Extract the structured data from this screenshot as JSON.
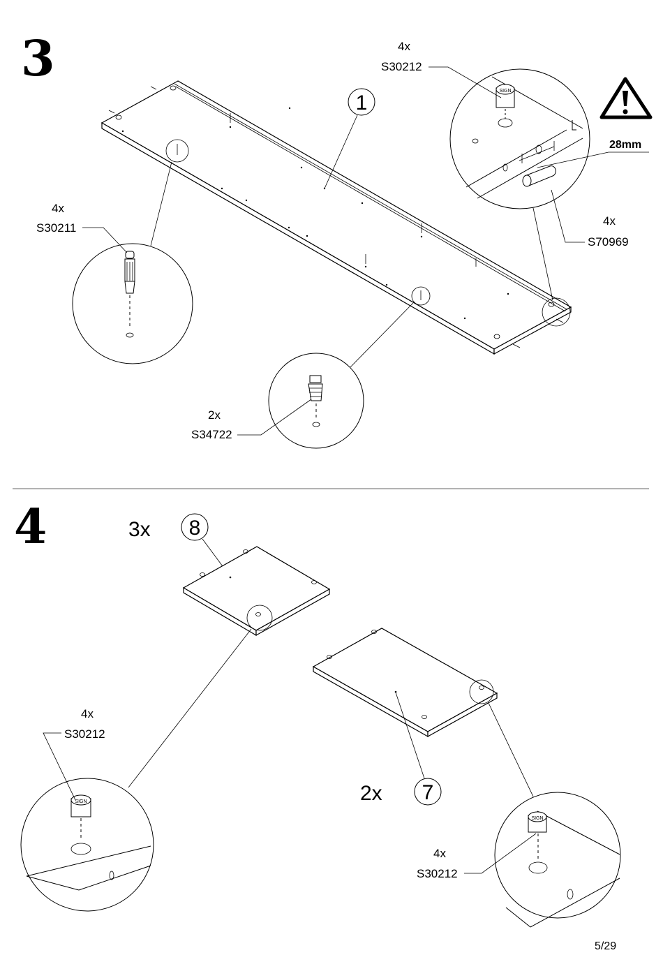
{
  "page_number": "5/29",
  "step3": {
    "step_number": "3",
    "part_number": "1",
    "callout_top": {
      "qty": "4x",
      "code": "S30212"
    },
    "callout_left": {
      "qty": "4x",
      "code": "S30211"
    },
    "callout_bottom": {
      "qty": "2x",
      "code": "S34722"
    },
    "callout_right": {
      "qty": "4x",
      "code": "S70969"
    },
    "measurement": "28mm",
    "warning_icon": "warning-triangle-icon"
  },
  "step4": {
    "step_number": "4",
    "part_a": {
      "qty": "3x",
      "number": "8"
    },
    "part_b": {
      "qty": "2x",
      "number": "7"
    },
    "callout_left": {
      "qty": "4x",
      "code": "S30212"
    },
    "callout_right": {
      "qty": "4x",
      "code": "S30212"
    }
  }
}
